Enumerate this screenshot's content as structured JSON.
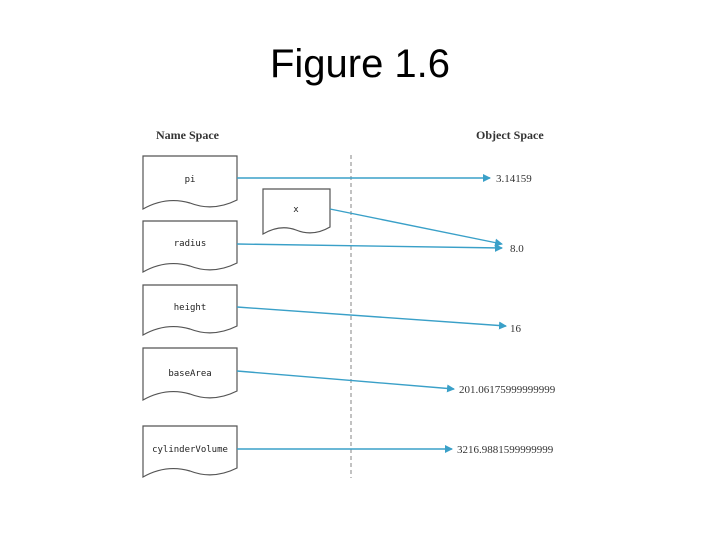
{
  "title": "Figure 1.6",
  "headers": {
    "name_space": "Name Space",
    "object_space": "Object Space"
  },
  "variables": [
    "pi",
    "x",
    "radius",
    "height",
    "baseArea",
    "cylinderVolume"
  ],
  "objects": [
    "3.14159",
    "8.0",
    "16",
    "201.06175999999999",
    "3216.9881599999999"
  ],
  "references": [
    {
      "from": "pi",
      "to": "3.14159"
    },
    {
      "from": "x",
      "to": "8.0"
    },
    {
      "from": "radius",
      "to": "8.0"
    },
    {
      "from": "height",
      "to": "16"
    },
    {
      "from": "baseArea",
      "to": "201.06175999999999"
    },
    {
      "from": "cylinderVolume",
      "to": "3216.9881599999999"
    }
  ],
  "colors": {
    "arrow": "#3aa0c8",
    "card_border": "#555555",
    "divider": "#999999"
  }
}
